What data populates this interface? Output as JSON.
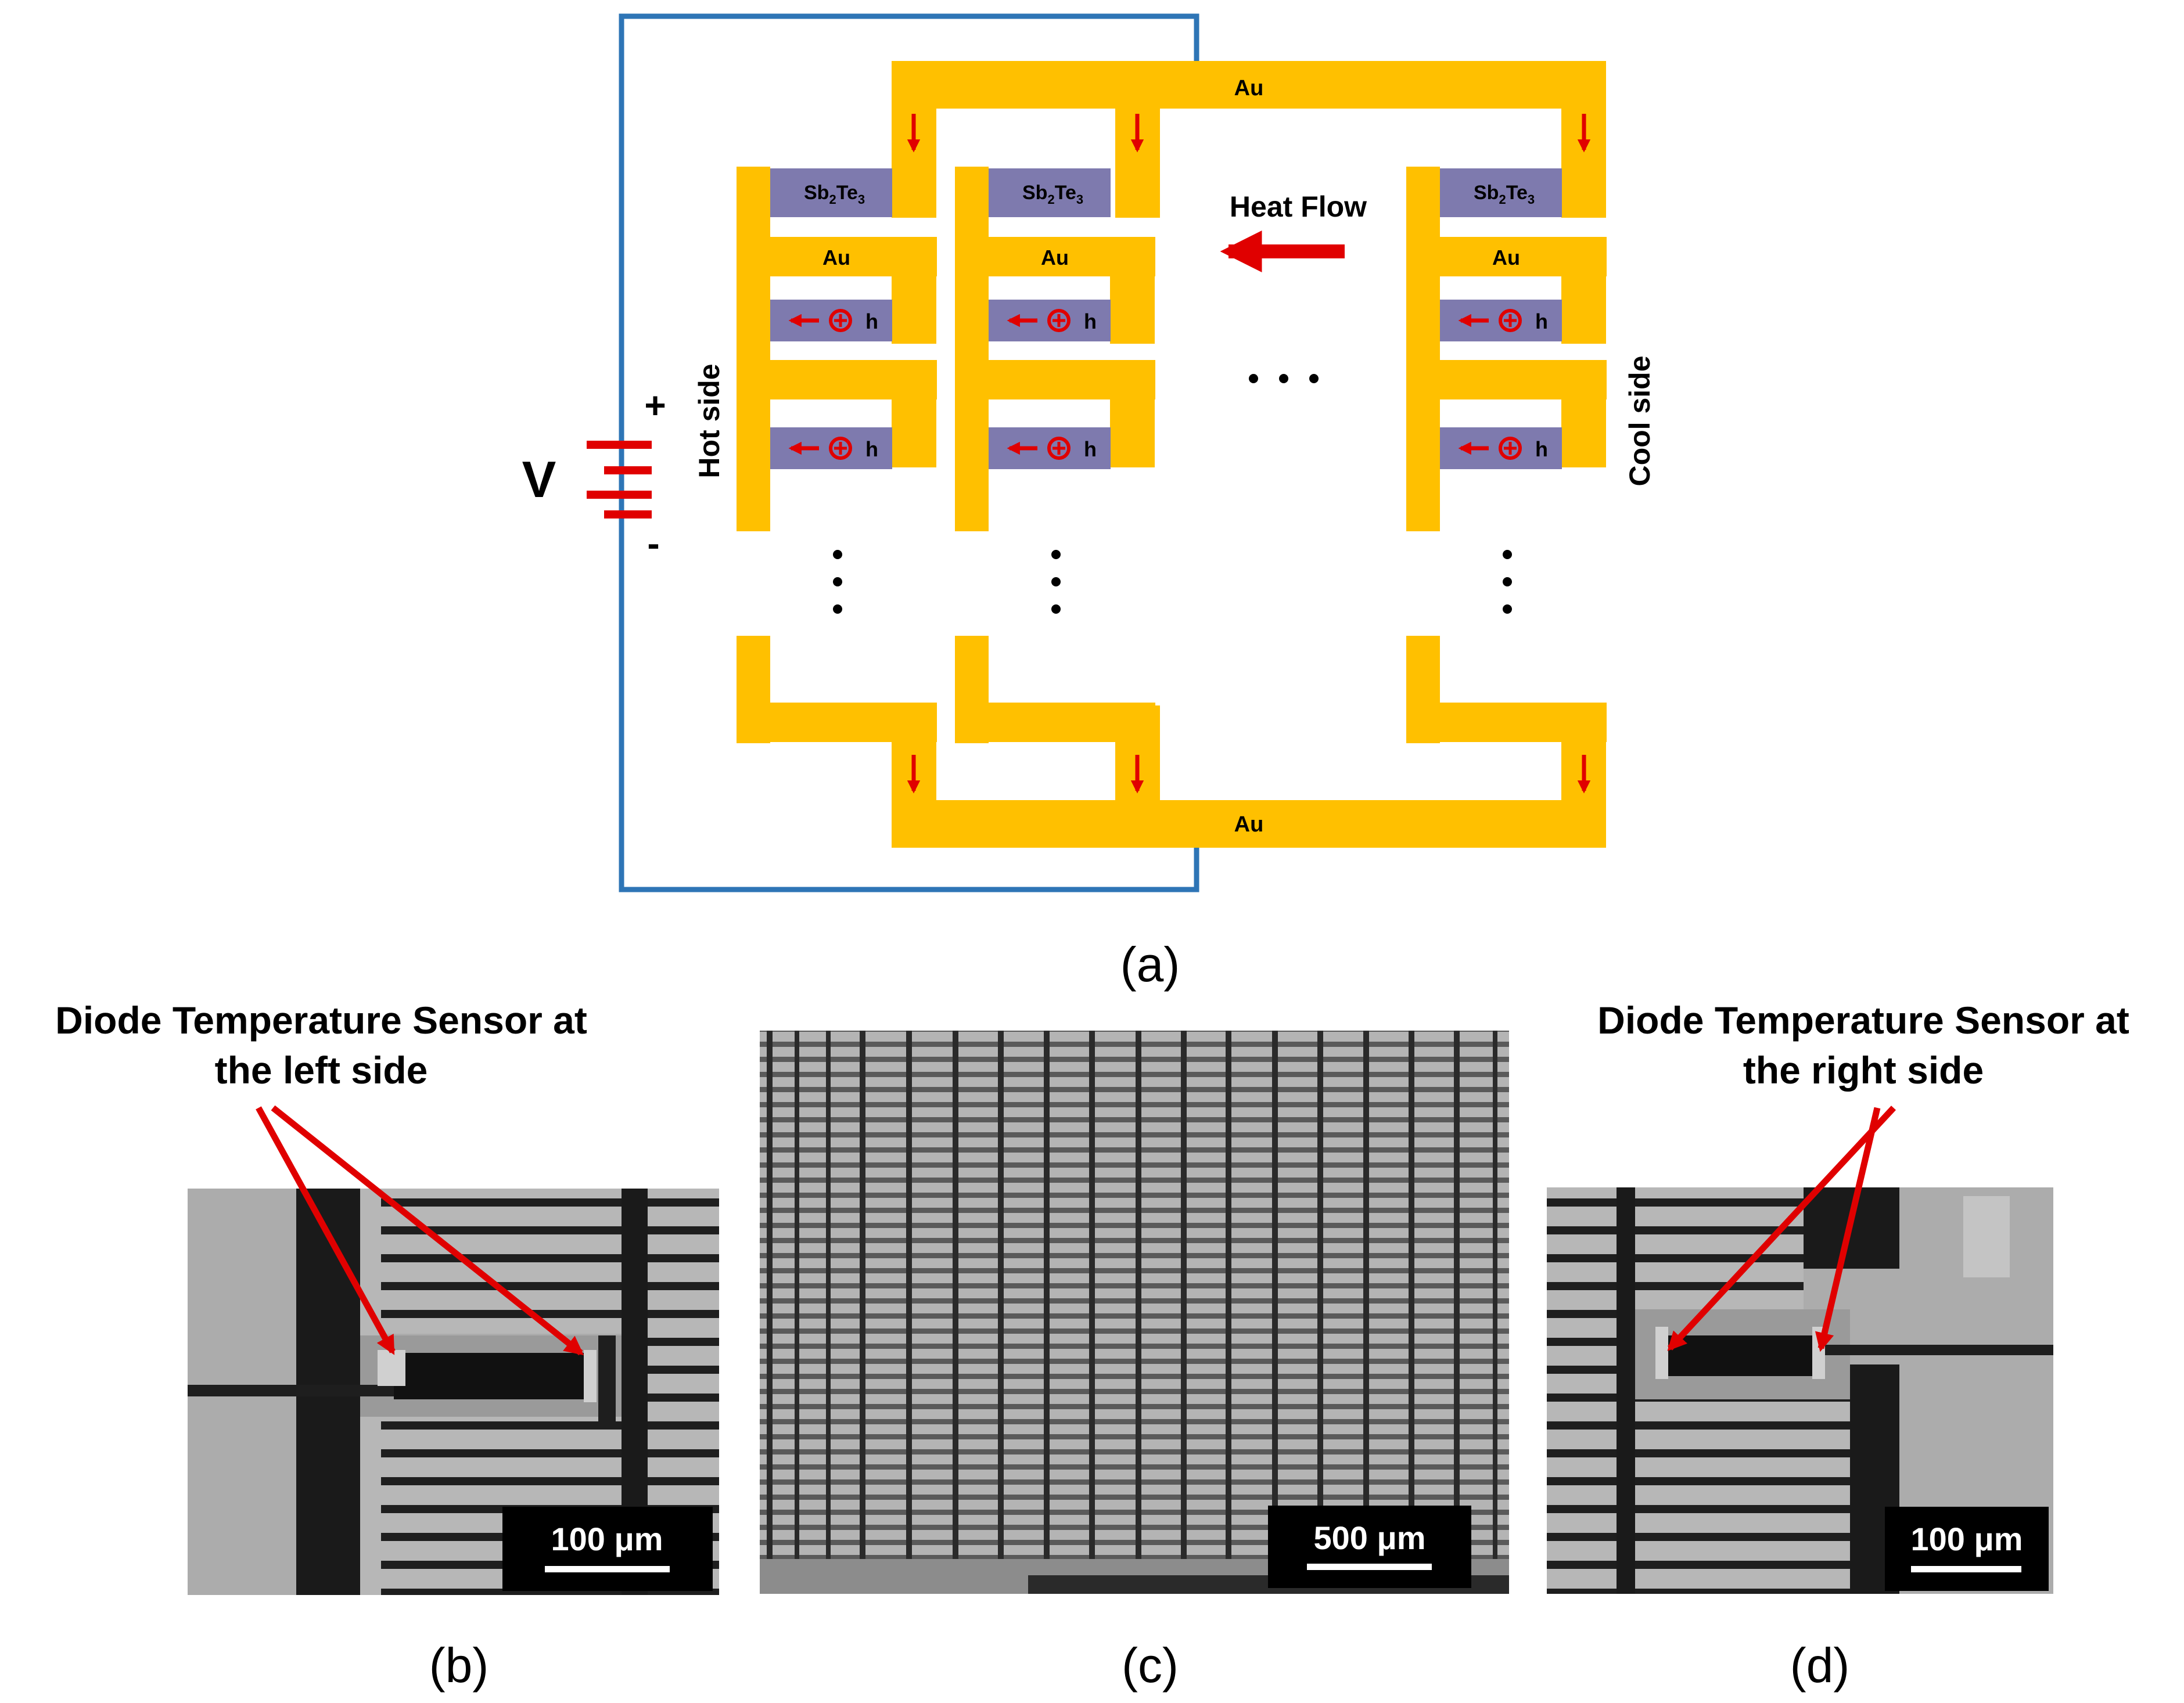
{
  "schematic": {
    "au_label": "Au",
    "sb_base": "Sb",
    "sb_sub1": "2",
    "sb_mid": "Te",
    "sb_sub2": "3",
    "hole_label": "h",
    "heat_flow": "Heat Flow",
    "hot_side": "Hot side",
    "cool_side": "Cool side",
    "voltage": "V",
    "plus": "+",
    "minus": "-",
    "caption": "(a)"
  },
  "panel_b": {
    "annotation_line1": "Diode Temperature Sensor at",
    "annotation_line2": "the left side",
    "scale": "100 μm",
    "caption": "(b)"
  },
  "panel_c": {
    "scale": "500 μm",
    "caption": "(c)"
  },
  "panel_d": {
    "annotation_line1": "Diode Temperature Sensor at",
    "annotation_line2": "the right side",
    "scale": "100 μm",
    "caption": "(d)"
  },
  "colors": {
    "gold": "#FFC000",
    "thermo": "#7E7AAE",
    "wire": "#2E75B6",
    "red": "#E00000",
    "sem_bg": "#AEAEAE"
  }
}
